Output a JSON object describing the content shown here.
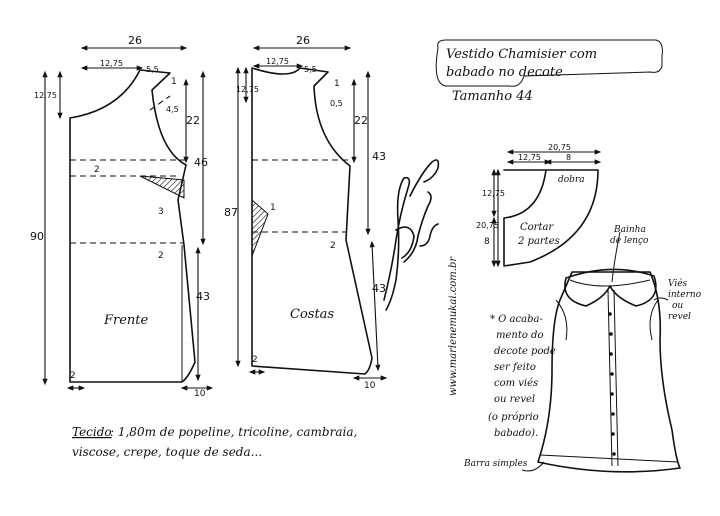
{
  "title": {
    "line1": "Vestido  Chamisier  com",
    "line2": "babado  no  decote",
    "line3": "Tamanho  44"
  },
  "front": {
    "name": "Frente",
    "width_top": "26",
    "shoulder_left": "12,75",
    "shoulder_right": "5,5",
    "neck_drop": "1",
    "armhole_point": "4,5",
    "left_top": "12,75",
    "total_length": "90",
    "armhole_depth": "22",
    "waist_depth": "46",
    "dart_a": "2",
    "dart_b": "3",
    "dart_c": "2",
    "skirt": "43",
    "hem_left": "2",
    "hem_flare": "10"
  },
  "back": {
    "name": "Costas",
    "width_top": "26",
    "shoulder_left": "12,75",
    "shoulder_right": "5,5",
    "neck_drop": "1",
    "armhole_point": "0,5",
    "left_top": "12,75",
    "total_length": "87",
    "armhole_depth": "22",
    "waist_depth": "43",
    "dart_a": "1",
    "dart_b": "2",
    "skirt": "43",
    "hem_left": "2",
    "hem_flare": "10"
  },
  "ruffle": {
    "width": "20,75",
    "inner": "12,75",
    "inner_right": "8",
    "fold": "dobra",
    "height_a": "12,75",
    "height_b": "20,75",
    "height_c": "8",
    "cut_note_1": "Cortar",
    "cut_note_2": "2 partes"
  },
  "notes": {
    "bainha_1": "Bainha",
    "bainha_2": "de lenço",
    "vies_1": "Viés",
    "vies_2": "interno",
    "vies_3": "ou",
    "vies_4": "revel",
    "finish": [
      "* O acaba-",
      "mento do",
      "decote pode",
      "ser feito",
      "com viés",
      "ou revel",
      "(o próprio",
      "babado)."
    ],
    "barra": "Barra simples"
  },
  "website": "www.marlenemukai.com.br",
  "signature": "Marlene Mukai",
  "fabric": {
    "label": "Tecido",
    "line1": ": 1,80m  de  popeline, tricoline, cambraia,",
    "line2": "viscose,  crepe,  toque  de  seda..."
  }
}
